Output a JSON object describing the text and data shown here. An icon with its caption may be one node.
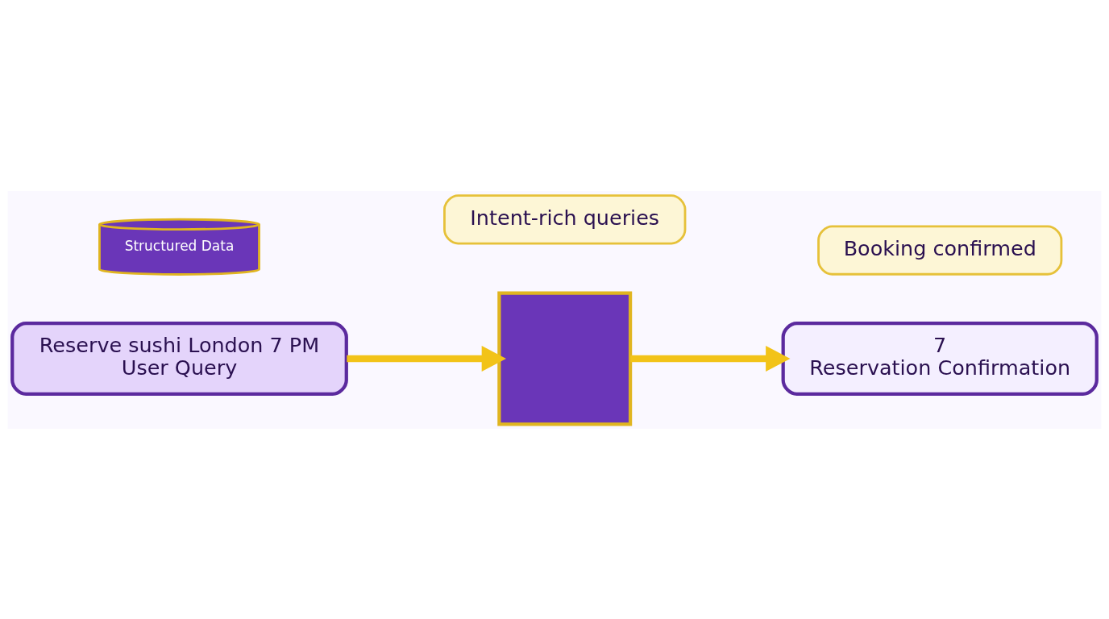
{
  "diagram": {
    "nodes": [
      {
        "text": [
          "Reserve sushi London 7 PM",
          "User Query"
        ]
      },
      {
        "text": [],
        "shape": "box"
      },
      {
        "text": [
          "7",
          "Reservation Confirmation"
        ]
      },
      {
        "text": [
          "Structured Data"
        ]
      },
      {
        "text": [
          "Intent-rich queries"
        ]
      },
      {
        "text": [
          "Booking confirmed"
        ]
      }
    ],
    "edges": [
      {
        "from": 0,
        "to": 1,
        "arrow": "to"
      },
      {
        "from": 1,
        "to": 2,
        "arrow": "to"
      }
    ]
  }
}
